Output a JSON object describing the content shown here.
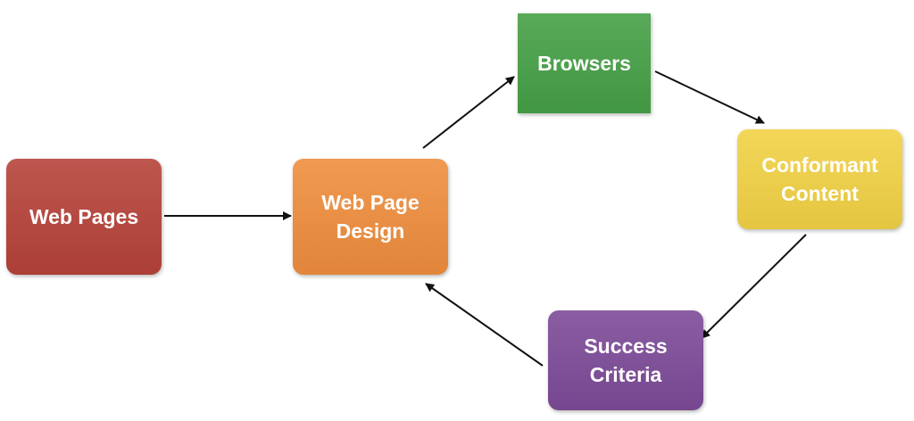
{
  "nodes": {
    "web_pages": {
      "lines": [
        "Web Pages"
      ],
      "color": "#b6433a"
    },
    "web_page_design": {
      "lines": [
        "Web Page",
        "Design"
      ],
      "color": "#ef8e3e"
    },
    "browsers": {
      "lines": [
        "Browsers"
      ],
      "color": "#46a046"
    },
    "conformant_content": {
      "lines": [
        "Conformant",
        "Content"
      ],
      "color": "#f2d245"
    },
    "success_criteria": {
      "lines": [
        "Success",
        "Criteria"
      ],
      "color": "#7d4b98"
    }
  },
  "arrow_color": "#111111"
}
